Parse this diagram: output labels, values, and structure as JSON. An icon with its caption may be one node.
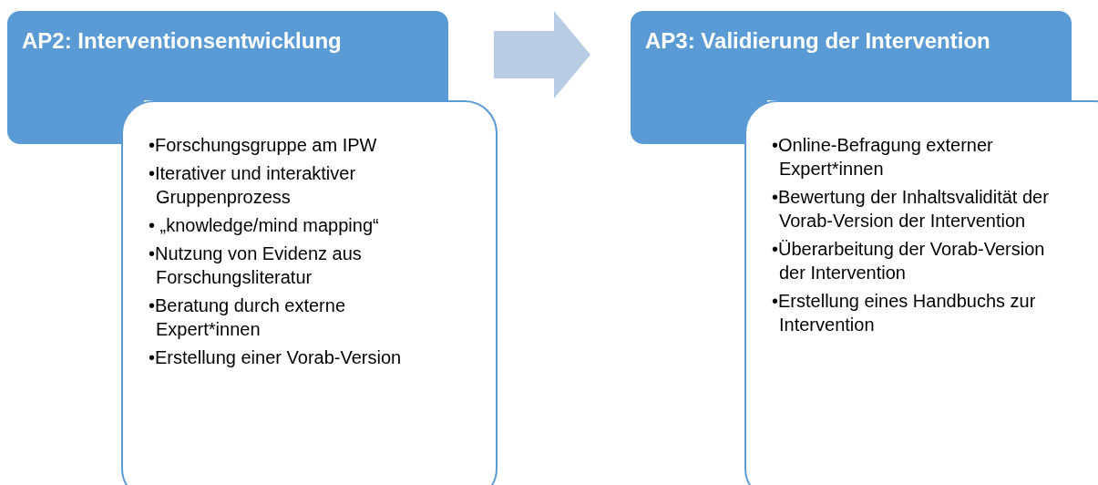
{
  "diagram": {
    "nodes": [
      {
        "text": [
          "AP2: Interventionsentwicklung"
        ]
      },
      {
        "text": [
          "•Forschungsgruppe am IPW",
          "•Iterativer und interaktiver Gruppenprozess",
          "• „knowledge/mind mapping“",
          "•Nutzung von Evidenz aus Forschungsliteratur",
          "•Beratung durch externe Expert*innen",
          "•Erstellung einer Vorab-Version"
        ]
      },
      {
        "text": [
          "AP3: Validierung der Intervention"
        ]
      },
      {
        "text": [
          "•Online-Befragung externer Expert*innen",
          "•Bewertung der Inhaltsvalidität der Vorab-Version der Intervention",
          "•Überarbeitung der Vorab-Version der Intervention",
          "•Erstellung eines Handbuchs zur Intervention"
        ]
      }
    ],
    "edges": [
      {
        "from": 0,
        "to": 2,
        "arrow": "to",
        "style": "thick"
      }
    ]
  }
}
